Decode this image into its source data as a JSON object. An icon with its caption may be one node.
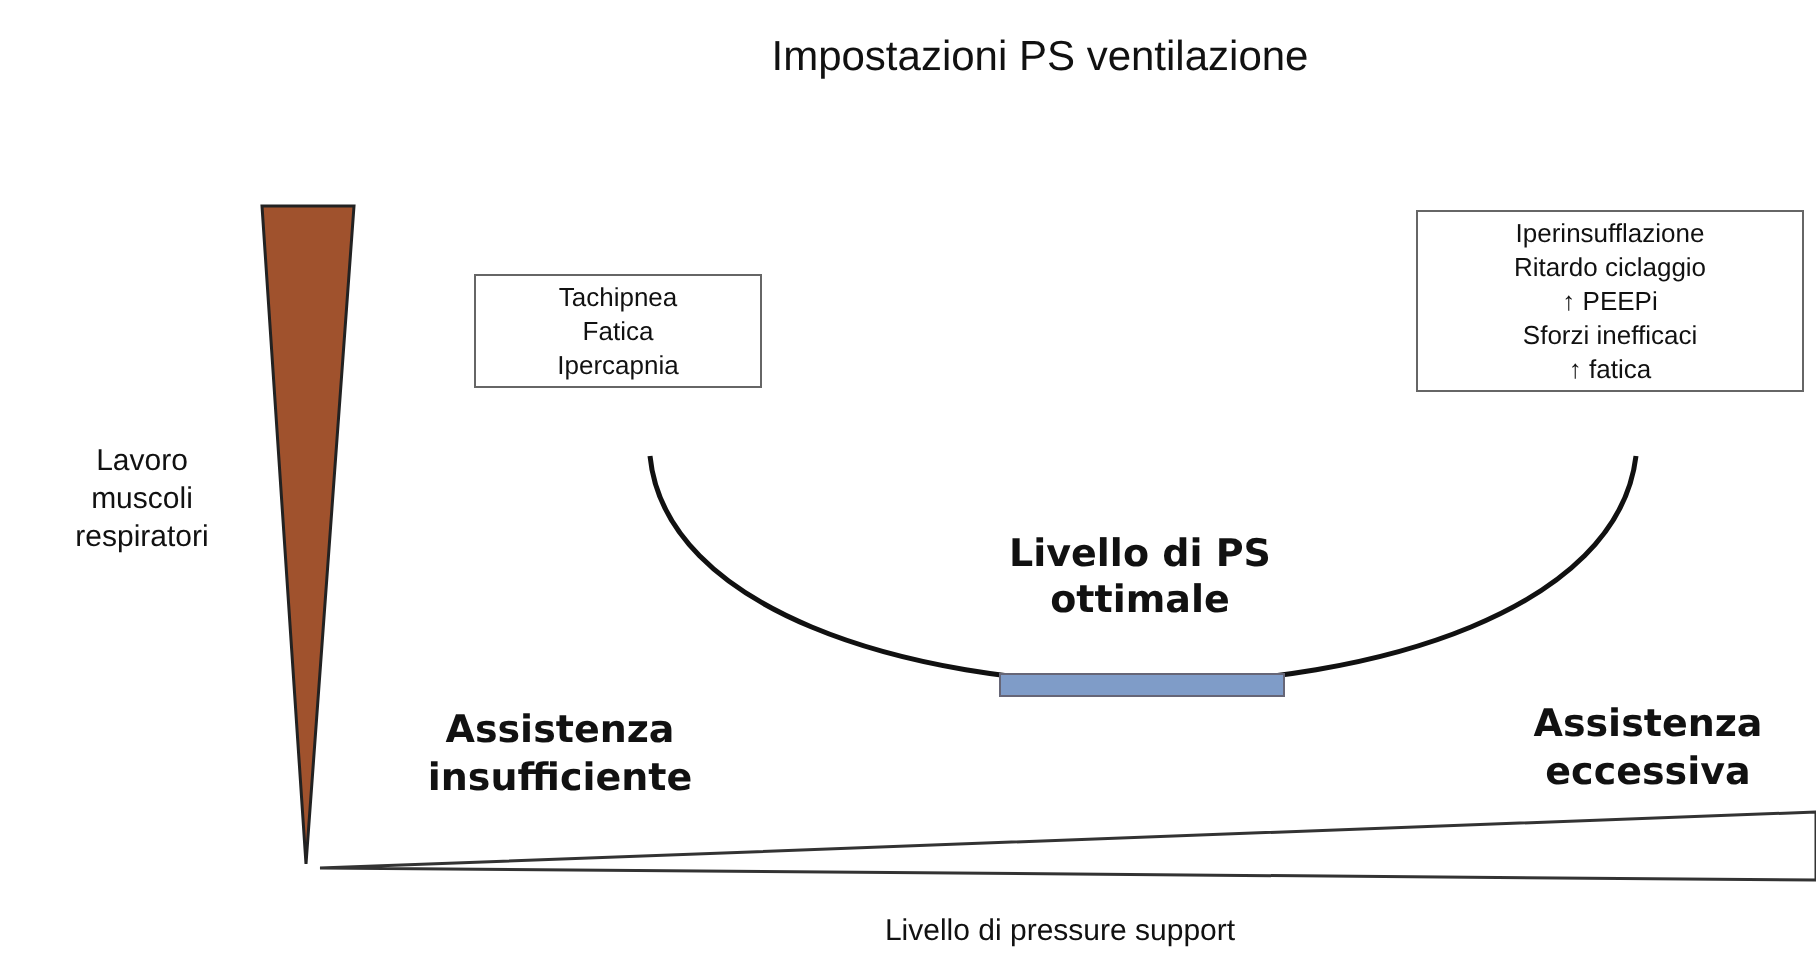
{
  "diagram": {
    "title": "Impostazioni PS ventilazione",
    "nodes": [
      {
        "text": [
          "Tachipnea",
          "Fatica",
          "Ipercapnia"
        ]
      },
      {
        "text": [
          "Iperinsufflazione",
          "Ritardo ciclaggio",
          "↑ PEEPi",
          "Sforzi inefficaci",
          "↑ fatica"
        ]
      }
    ],
    "labels": [
      "Lavoro muscoli respiratori",
      "Livello di PS ottimale",
      "Assistenza insufficiente",
      "Assistenza eccessiva",
      "Livello di pressure support"
    ]
  }
}
